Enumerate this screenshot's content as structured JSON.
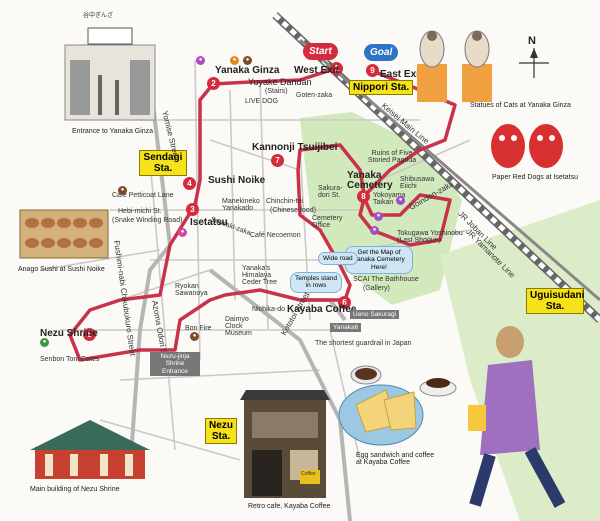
{
  "start_label": "Start",
  "goal_label": "Goal",
  "stations": {
    "nippori": "Nippori Sta.",
    "sendagi": "Sendagi Sta.",
    "nezu": "Nezu Sta.",
    "uguisudani": "Uguisudani Sta."
  },
  "stops": [
    {
      "num": "1",
      "name": "West Exit"
    },
    {
      "num": "2",
      "name": "Yanaka Ginza"
    },
    {
      "num": "3",
      "name": "Isetatsu"
    },
    {
      "num": "4",
      "name": "Sushi Noike"
    },
    {
      "num": "5",
      "name": "Nezu Shrine"
    },
    {
      "num": "6",
      "name": "Kayaba Coffee"
    },
    {
      "num": "7",
      "name": "Kannonji Tsuijibei"
    },
    {
      "num": "8",
      "name": "Yanaka Cemetery"
    },
    {
      "num": "9",
      "name": "East Exit"
    }
  ],
  "labels": {
    "yuyake": "Yuyake Dandan",
    "yuyake_sub": "(Stairs)",
    "goten": "Goten-zaka",
    "live_dog": "LIVE DOG",
    "yomise": "Yomise Street",
    "keisei": "Keisei Main Line",
    "ruins": "Ruins of Five Storied Pagoda",
    "sakura": "Sakura-dori St.",
    "cemetery_office": "Cemetery Office",
    "shibusawa": "Shibusawa Eiichi",
    "yokoyama": "Yokoyama Taikan",
    "tokugawa": "Tokugawa Yoshinobu (Last Shogun)",
    "goinden": "Goinden-zaka",
    "jr_joban": "JR Joban Line",
    "jr_yamanote": "JR Yamanote Line",
    "petticoat": "Cafe Petticoat Lane",
    "hebimichi": "Hebi-michi St.",
    "hebimichi_sub": "(Snake Winding Road)",
    "manekineko": "Manekineko Yanakado",
    "chinchin": "Chinchin-tei",
    "chinchin_sub": "(Chinese food)",
    "sansaki": "Sansaki-zaka",
    "necoemon": "Café Necoemon",
    "get_map": "Get the Map of Yanaka Cemetery Here!",
    "wide_road": "Wide road",
    "temples": "Temples stand in rows",
    "scai": "SCAI The Bathhouse",
    "scai_sub": "(Gallery)",
    "himalaya": "Yanaka's Himalaya Ceder Tree",
    "nichika": "Nichika-do",
    "daimyo": "Daimyo Clock Museum",
    "ryokan": "Ryokan Sawanoya",
    "bonfire": "Bon Fire",
    "azoma": "Azoma Odori St.",
    "fushiminabi": "Fushimi-nabi Chikubukuro Street",
    "kototoi": "Kototoi Street",
    "ueno_sakuragi": "Ueno Sakuragi",
    "yanaka6": "Yanaka6",
    "guardrail": "The shortest guardrail in Japan",
    "senbon": "Senbon Torii Gates",
    "nezu_entrance": "Nezu-jinja Shrine Entrance",
    "north": "N"
  },
  "captions": {
    "ginza_entrance": "Entrance to Yanaka Ginza",
    "cats": "Statues of Cats at Yanaka Ginza",
    "red_dogs": "Paper Red Dogs at Isetatsu",
    "anago": "Anago Sushi at Sushi Noike",
    "nezu_main": "Main building of Nezu Shrine",
    "retro": "Retro cafe, Kayaba Coffee",
    "egg": "Egg sandwich and coffee at Kayaba Coffee"
  },
  "cafe_sign": "Coffee",
  "ginza_sign": "谷中ぎんざ",
  "colors": {
    "route": "#c8324a",
    "park": "#d2e8bd",
    "station": "#f6e21a",
    "start": "#d42c3c",
    "goal": "#2f74c4",
    "water": "#cfe6f5"
  }
}
